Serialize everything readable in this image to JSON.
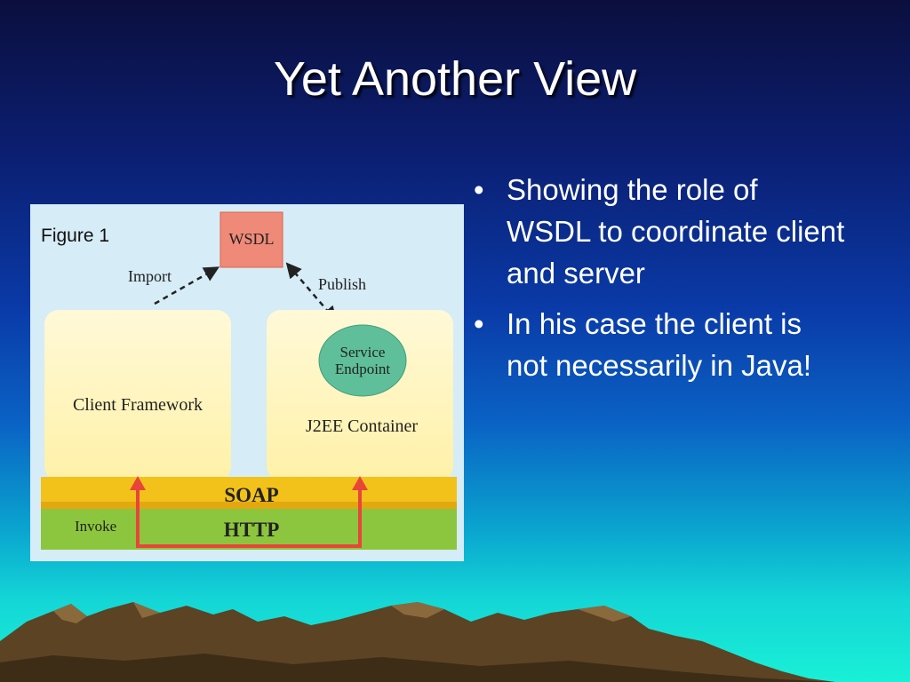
{
  "slide": {
    "title": "Yet Another View",
    "bullets": [
      "Showing the role of WSDL to coordinate client and server",
      "In his case the client is not necessarily in Java!"
    ],
    "bullet_glyph": "•"
  },
  "figure": {
    "caption": "Figure 1",
    "wsdl_label": "WSDL",
    "import_label": "Import",
    "publish_label": "Publish",
    "service_endpoint_line1": "Service",
    "service_endpoint_line2": "Endpoint",
    "client_framework_label": "Client Framework",
    "j2ee_container_label": "J2EE Container",
    "soap_label": "SOAP",
    "http_label": "HTTP",
    "invoke_label": "Invoke"
  },
  "colors": {
    "wsdl_box": "#f08a78",
    "client_box": "#fff6c2",
    "service_endpoint": "#5fbf9a",
    "soap_band": "#f2c21a",
    "http_band": "#8cc63e",
    "invoke_arrow": "#e8453a"
  }
}
